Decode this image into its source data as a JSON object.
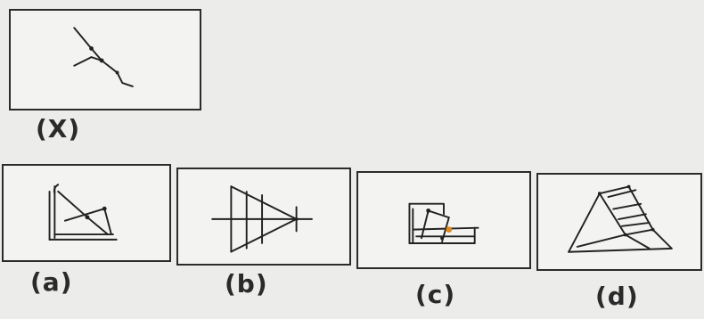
{
  "question_figure": {
    "label": "(X)"
  },
  "answer_figures": [
    {
      "label": "(a)"
    },
    {
      "label": "(b)"
    },
    {
      "label": "(c)"
    },
    {
      "label": "(d)"
    }
  ],
  "colors": {
    "line": "#222222",
    "highlight_dot": "#e08a1a",
    "background": "#ececea"
  }
}
